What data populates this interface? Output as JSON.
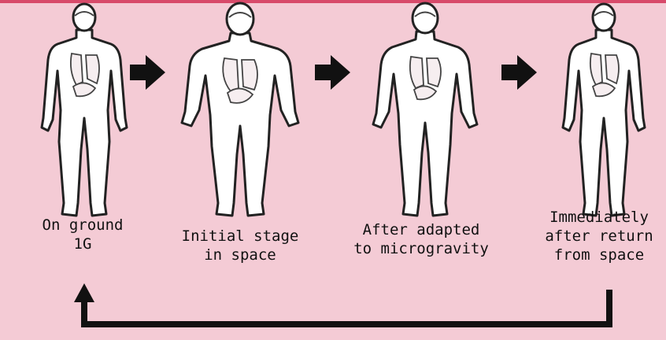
{
  "colors": {
    "background": "#f4cbd5",
    "body_fill": "#ffffff",
    "outline": "#222222",
    "arrow": "#111111",
    "inner_organs": "#444444"
  },
  "stages": [
    {
      "lines": [
        "On ground",
        "1G"
      ],
      "icon": "human-figure-icon"
    },
    {
      "lines": [
        "Initial stage",
        "in space"
      ],
      "icon": "human-figure-icon"
    },
    {
      "lines": [
        "After adapted",
        "to microgravity"
      ],
      "icon": "human-figure-icon"
    },
    {
      "lines": [
        "Immediately",
        "after return",
        "from space"
      ],
      "icon": "human-figure-icon"
    }
  ],
  "arrows": [
    "arrow-right-icon",
    "arrow-right-icon",
    "arrow-right-icon"
  ],
  "return_connector": "return-loop-arrow"
}
